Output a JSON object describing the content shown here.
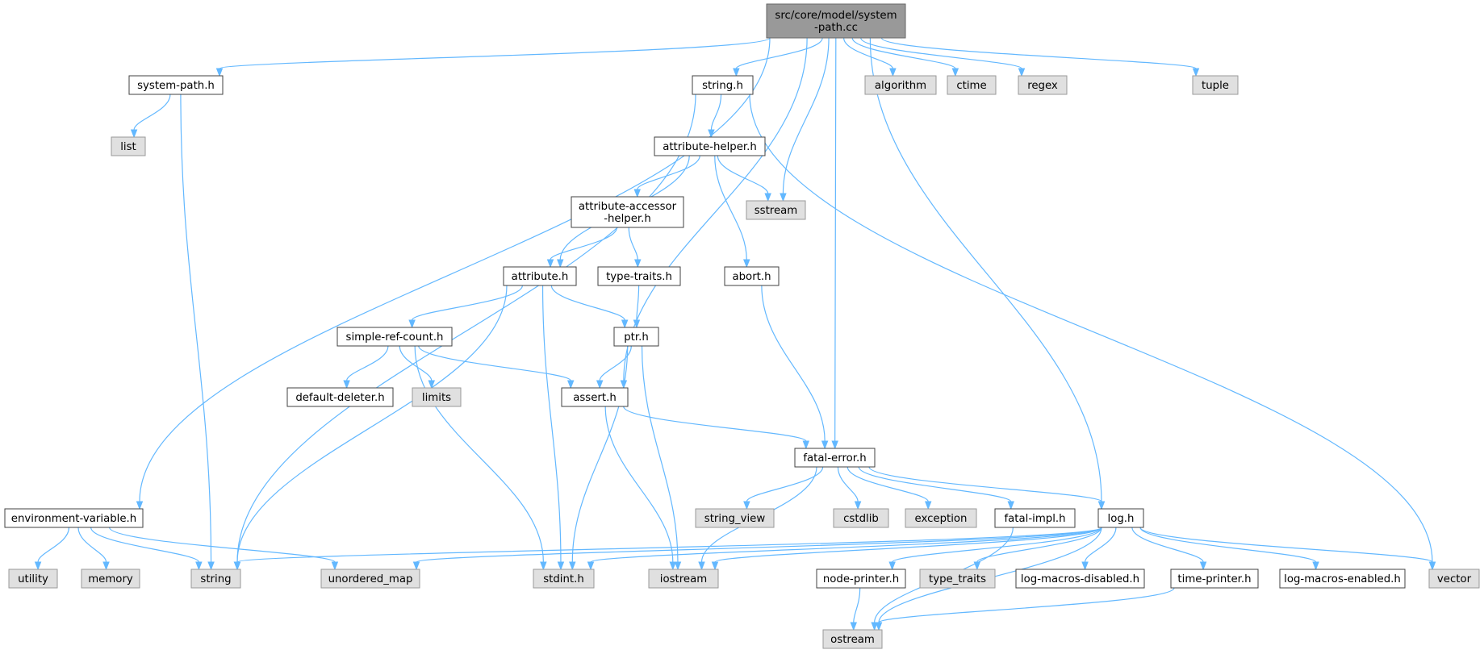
{
  "graph": {
    "nodes": [
      {
        "id": "root",
        "lines": [
          "src/core/model/system",
          "-path.cc"
        ],
        "kind": "root"
      },
      {
        "id": "system_path_h",
        "lines": [
          "system-path.h"
        ],
        "kind": "file"
      },
      {
        "id": "string_h",
        "lines": [
          "string.h"
        ],
        "kind": "file"
      },
      {
        "id": "algorithm",
        "lines": [
          "algorithm"
        ],
        "kind": "sys"
      },
      {
        "id": "ctime",
        "lines": [
          "ctime"
        ],
        "kind": "sys"
      },
      {
        "id": "regex",
        "lines": [
          "regex"
        ],
        "kind": "sys"
      },
      {
        "id": "tuple",
        "lines": [
          "tuple"
        ],
        "kind": "sys"
      },
      {
        "id": "list",
        "lines": [
          "list"
        ],
        "kind": "sys"
      },
      {
        "id": "attribute_helper_h",
        "lines": [
          "attribute-helper.h"
        ],
        "kind": "file"
      },
      {
        "id": "sstream",
        "lines": [
          "sstream"
        ],
        "kind": "sys"
      },
      {
        "id": "attribute_accessor_helper_h",
        "lines": [
          "attribute-accessor",
          "-helper.h"
        ],
        "kind": "file"
      },
      {
        "id": "attribute_h",
        "lines": [
          "attribute.h"
        ],
        "kind": "file"
      },
      {
        "id": "type_traits_h",
        "lines": [
          "type-traits.h"
        ],
        "kind": "file"
      },
      {
        "id": "abort_h",
        "lines": [
          "abort.h"
        ],
        "kind": "file"
      },
      {
        "id": "simple_ref_count_h",
        "lines": [
          "simple-ref-count.h"
        ],
        "kind": "file"
      },
      {
        "id": "ptr_h",
        "lines": [
          "ptr.h"
        ],
        "kind": "file"
      },
      {
        "id": "default_deleter_h",
        "lines": [
          "default-deleter.h"
        ],
        "kind": "file"
      },
      {
        "id": "limits",
        "lines": [
          "limits"
        ],
        "kind": "sys"
      },
      {
        "id": "assert_h",
        "lines": [
          "assert.h"
        ],
        "kind": "file"
      },
      {
        "id": "fatal_error_h",
        "lines": [
          "fatal-error.h"
        ],
        "kind": "file"
      },
      {
        "id": "environment_variable_h",
        "lines": [
          "environment-variable.h"
        ],
        "kind": "file"
      },
      {
        "id": "string_view",
        "lines": [
          "string_view"
        ],
        "kind": "sys"
      },
      {
        "id": "cstdlib",
        "lines": [
          "cstdlib"
        ],
        "kind": "sys"
      },
      {
        "id": "exception",
        "lines": [
          "exception"
        ],
        "kind": "sys"
      },
      {
        "id": "fatal_impl_h",
        "lines": [
          "fatal-impl.h"
        ],
        "kind": "file"
      },
      {
        "id": "log_h",
        "lines": [
          "log.h"
        ],
        "kind": "file"
      },
      {
        "id": "utility",
        "lines": [
          "utility"
        ],
        "kind": "sys"
      },
      {
        "id": "memory",
        "lines": [
          "memory"
        ],
        "kind": "sys"
      },
      {
        "id": "string",
        "lines": [
          "string"
        ],
        "kind": "sys"
      },
      {
        "id": "unordered_map",
        "lines": [
          "unordered_map"
        ],
        "kind": "sys"
      },
      {
        "id": "stdint_h",
        "lines": [
          "stdint.h"
        ],
        "kind": "sys"
      },
      {
        "id": "iostream",
        "lines": [
          "iostream"
        ],
        "kind": "sys"
      },
      {
        "id": "node_printer_h",
        "lines": [
          "node-printer.h"
        ],
        "kind": "file"
      },
      {
        "id": "type_traits",
        "lines": [
          "type_traits"
        ],
        "kind": "sys"
      },
      {
        "id": "log_macros_disabled_h",
        "lines": [
          "log-macros-disabled.h"
        ],
        "kind": "file"
      },
      {
        "id": "time_printer_h",
        "lines": [
          "time-printer.h"
        ],
        "kind": "file"
      },
      {
        "id": "log_macros_enabled_h",
        "lines": [
          "log-macros-enabled.h"
        ],
        "kind": "file"
      },
      {
        "id": "vector",
        "lines": [
          "vector"
        ],
        "kind": "sys"
      },
      {
        "id": "ostream",
        "lines": [
          "ostream"
        ],
        "kind": "sys"
      }
    ],
    "edges": [
      [
        "root",
        "environment_variable_h"
      ],
      [
        "root",
        "system_path_h"
      ],
      [
        "root",
        "string_h"
      ],
      [
        "root",
        "assert_h"
      ],
      [
        "root",
        "sstream"
      ],
      [
        "root",
        "fatal_error_h"
      ],
      [
        "root",
        "algorithm"
      ],
      [
        "root",
        "ctime"
      ],
      [
        "root",
        "regex"
      ],
      [
        "root",
        "log_h"
      ],
      [
        "root",
        "tuple"
      ],
      [
        "system_path_h",
        "list"
      ],
      [
        "system_path_h",
        "string"
      ],
      [
        "string_h",
        "string"
      ],
      [
        "string_h",
        "attribute_helper_h"
      ],
      [
        "string_h",
        "vector"
      ],
      [
        "attribute_helper_h",
        "attribute_h"
      ],
      [
        "attribute_helper_h",
        "attribute_accessor_helper_h"
      ],
      [
        "attribute_helper_h",
        "sstream"
      ],
      [
        "attribute_helper_h",
        "abort_h"
      ],
      [
        "attribute_accessor_helper_h",
        "attribute_h"
      ],
      [
        "attribute_accessor_helper_h",
        "type_traits_h"
      ],
      [
        "type_traits_h",
        "ptr_h"
      ],
      [
        "abort_h",
        "fatal_error_h"
      ],
      [
        "attribute_h",
        "string"
      ],
      [
        "attribute_h",
        "simple_ref_count_h"
      ],
      [
        "attribute_h",
        "ptr_h"
      ],
      [
        "attribute_h",
        "stdint_h"
      ],
      [
        "simple_ref_count_h",
        "default_deleter_h"
      ],
      [
        "simple_ref_count_h",
        "limits"
      ],
      [
        "simple_ref_count_h",
        "assert_h"
      ],
      [
        "simple_ref_count_h",
        "stdint_h"
      ],
      [
        "ptr_h",
        "assert_h"
      ],
      [
        "ptr_h",
        "stdint_h"
      ],
      [
        "ptr_h",
        "iostream"
      ],
      [
        "assert_h",
        "fatal_error_h"
      ],
      [
        "assert_h",
        "iostream"
      ],
      [
        "fatal_error_h",
        "string_view"
      ],
      [
        "fatal_error_h",
        "cstdlib"
      ],
      [
        "fatal_error_h",
        "exception"
      ],
      [
        "fatal_error_h",
        "fatal_impl_h"
      ],
      [
        "fatal_error_h",
        "log_h"
      ],
      [
        "fatal_error_h",
        "iostream"
      ],
      [
        "fatal_impl_h",
        "ostream"
      ],
      [
        "environment_variable_h",
        "utility"
      ],
      [
        "environment_variable_h",
        "memory"
      ],
      [
        "environment_variable_h",
        "string"
      ],
      [
        "environment_variable_h",
        "unordered_map"
      ],
      [
        "log_h",
        "string"
      ],
      [
        "log_h",
        "unordered_map"
      ],
      [
        "log_h",
        "stdint_h"
      ],
      [
        "log_h",
        "iostream"
      ],
      [
        "log_h",
        "node_printer_h"
      ],
      [
        "log_h",
        "type_traits"
      ],
      [
        "log_h",
        "log_macros_disabled_h"
      ],
      [
        "log_h",
        "time_printer_h"
      ],
      [
        "log_h",
        "log_macros_enabled_h"
      ],
      [
        "log_h",
        "vector"
      ],
      [
        "log_h",
        "ostream"
      ],
      [
        "node_printer_h",
        "ostream"
      ],
      [
        "time_printer_h",
        "ostream"
      ]
    ]
  }
}
